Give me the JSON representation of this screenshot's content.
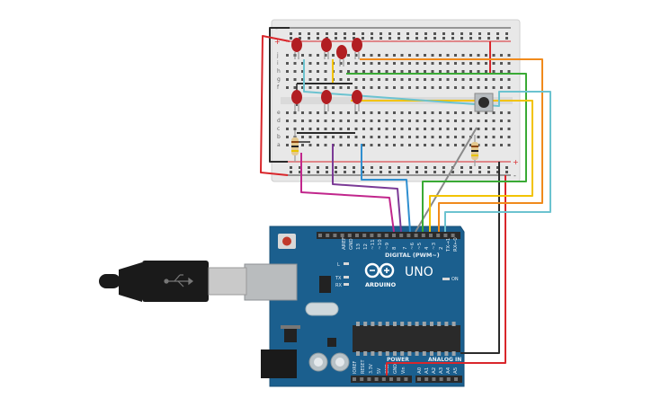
{
  "board": {
    "logo": "UNO",
    "brand": "ARDUINO",
    "digital_label": "DIGITAL (PWM~)",
    "analog_label": "ANALOG IN",
    "power_label": "POWER",
    "led_l": "L",
    "led_tx": "TX",
    "led_rx": "RX",
    "on_label": "ON",
    "digital_pins": [
      "AREF",
      "GND",
      "13",
      "12",
      "~11",
      "~10",
      "~9",
      "8",
      "7",
      "~6",
      "~5",
      "4",
      "~3",
      "2",
      "TX→1",
      "RX←0"
    ],
    "power_pins": [
      "IOREF",
      "RESET",
      "3.3V",
      "5V",
      "GND",
      "GND",
      "Vin"
    ],
    "analog_pins": [
      "A0",
      "A1",
      "A2",
      "A3",
      "A4",
      "A5"
    ]
  },
  "breadboard": {
    "row_letters_top": [
      "j",
      "i",
      "h",
      "g",
      "f"
    ],
    "row_letters_bottom": [
      "e",
      "d",
      "c",
      "b",
      "a"
    ],
    "rail_plus": "+",
    "rail_minus": "-"
  },
  "colors": {
    "board_blue": "#1b5f8e",
    "wire_black": "#2b2b2b",
    "wire_red": "#d9262b",
    "wire_magenta": "#c1268c",
    "wire_purple": "#7b3a96",
    "wire_blue": "#2f8fd0",
    "wire_gray": "#8a8a8a",
    "wire_green": "#3aaa35",
    "wire_yellow": "#f2c300",
    "wire_orange": "#f08a1c",
    "wire_cyan": "#6cc3d0",
    "led_red": "#b21e22"
  },
  "icons": {
    "usb_cable": "usb-cable-icon",
    "reset_button": "reset-button-icon",
    "push_button": "pushbutton-icon"
  }
}
